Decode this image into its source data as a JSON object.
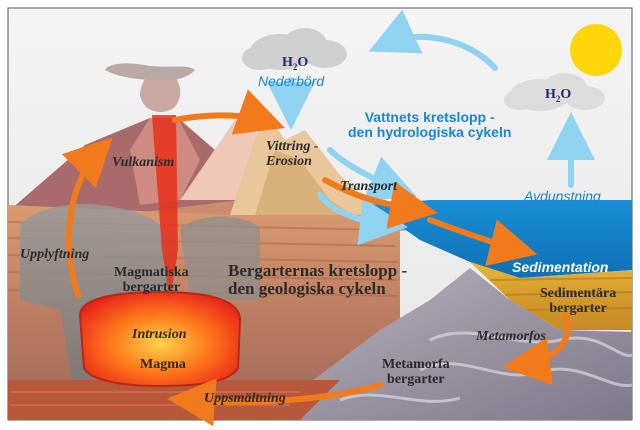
{
  "labels": {
    "h2o_left_main": "H",
    "h2o_left_sub": "2",
    "h2o_left_tail": "O",
    "h2o_right_main": "H",
    "h2o_right_sub": "2",
    "h2o_right_tail": "O",
    "nederbord": "Nederbörd",
    "water_cycle_title": "Vattnets kretslopp -\nden hydrologiska cykeln",
    "avdunstning": "Avdunstning",
    "vulkanism": "Vulkanism",
    "vittring": "Vittring -\nErosion",
    "transport": "Transport",
    "upplyftning": "Upplyftning",
    "magmatiska": "Magmatiska\nbergarter",
    "rock_cycle_title": "Bergarternas kretslopp -\nden geologiska cykeln",
    "sedimentation": "Sedimentation",
    "sedimentara": "Sedimentära\nbergarter",
    "intrusion": "Intrusion",
    "magma": "Magma",
    "metamorfos": "Metamorfos",
    "metamorfa": "Metamorfa\nbergarter",
    "uppsmaltning": "Uppsmältning"
  },
  "colors": {
    "sky": "#ffffff",
    "sun": "#ffd60a",
    "cloud": "#cfcfcf",
    "water": "#1f95d6",
    "water_arrow": "#8fd3f0",
    "rock_arrow": "#f07a1c",
    "magma": "#ff3b1f"
  }
}
